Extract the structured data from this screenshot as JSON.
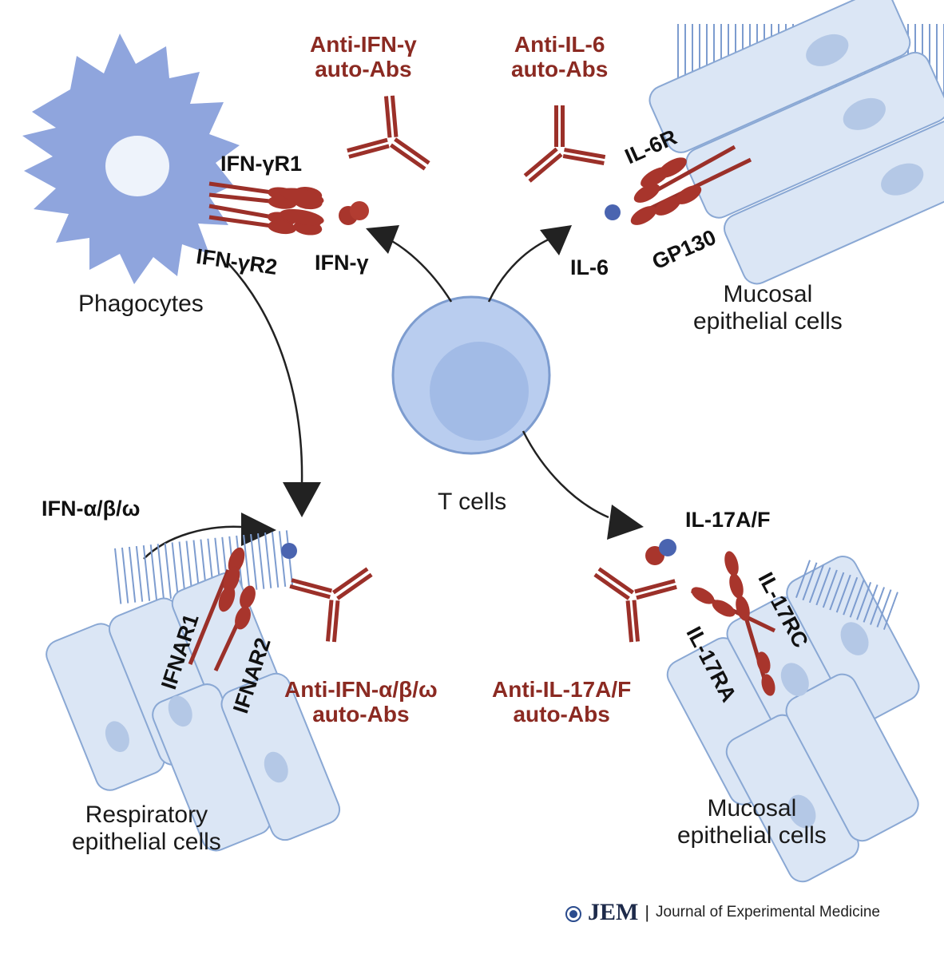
{
  "labels": {
    "anti_ifng": "Anti-IFN-γ\nauto-Abs",
    "anti_il6": "Anti-IL-6\nauto-Abs",
    "anti_ifnabw": "Anti-IFN-α/β/ω\nauto-Abs",
    "anti_il17": "Anti-IL-17A/F\nauto-Abs",
    "ifngr1": "IFN-γR1",
    "ifngr2": "IFN-γR2",
    "ifng": "IFN-γ",
    "il6r": "IL-6R",
    "gp130": "GP130",
    "il6": "IL-6",
    "ifnabw": "IFN-α/β/ω",
    "ifnar1": "IFNAR1",
    "ifnar2": "IFNAR2",
    "il17af": "IL-17A/F",
    "il17rc": "IL-17RC",
    "il17ra": "IL-17RA",
    "phagocytes": "Phagocytes",
    "mucosal_top": "Mucosal\nepithelial cells",
    "mucosal_bottom": "Mucosal\nepithelial cells",
    "respiratory": "Respiratory\nepithelial cells",
    "tcells": "T cells"
  },
  "footer": {
    "brand": "JEM",
    "separator": "|",
    "journal": "Journal of Experimental Medicine"
  },
  "colors": {
    "antibody": "#9b3029",
    "label_red": "#8b2a22",
    "phagocyte": "#8fa5dd",
    "epithelium": "#dbe6f5",
    "epithelium_border": "#8aa8d4",
    "tcell": "#b9cdef",
    "arrow": "#222222"
  }
}
